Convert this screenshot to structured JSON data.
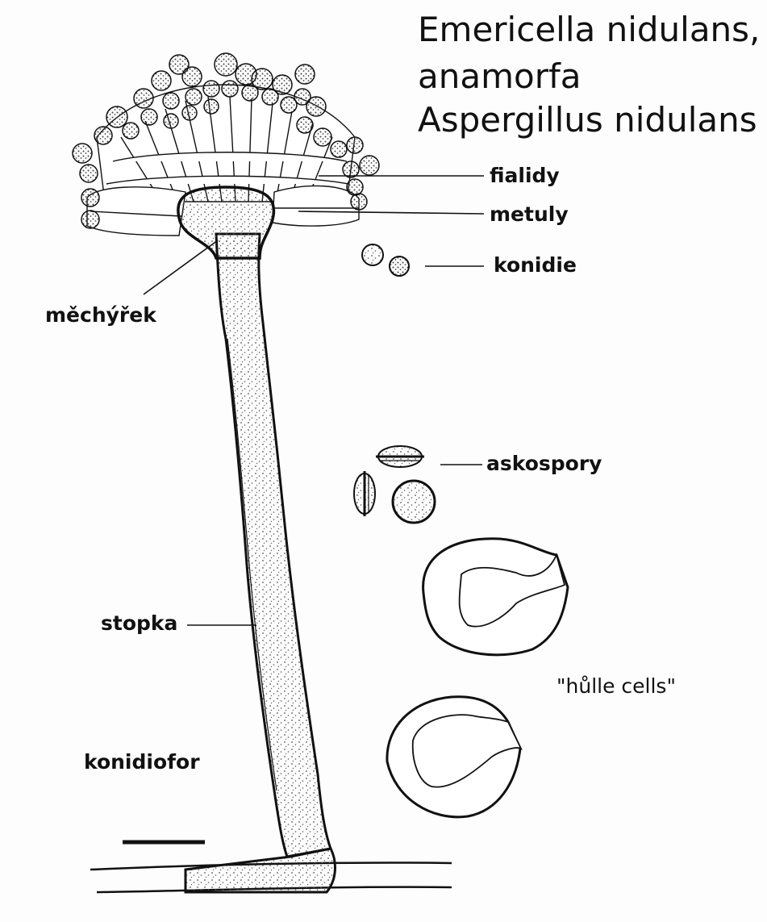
{
  "title": {
    "line1": "Emericella nidulans,",
    "line2": "anamorfa",
    "line3": "Aspergillus nidulans"
  },
  "labels": {
    "fialidy": "fialidy",
    "metuly": "metuly",
    "konidie": "konidie",
    "mechyrek": "měchýřek",
    "askospory": "askospory",
    "stopka": "stopka",
    "hulle": "\"hůlle cells\"",
    "konidiofor": "konidiofor"
  },
  "colors": {
    "ink": "#111111",
    "stipple": "#555555",
    "background": "#fdfdfd"
  }
}
